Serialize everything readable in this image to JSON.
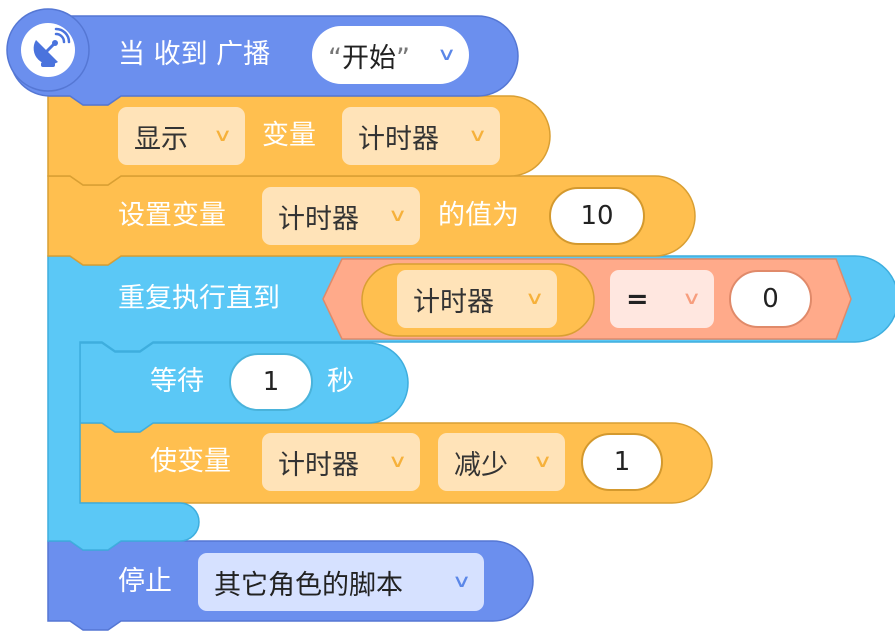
{
  "colors": {
    "events_blue": "#6B8FEE",
    "looks_orange": "#FFBF4F",
    "control_cyan": "#5BC8F6",
    "operator_coral": "#FFAA8A",
    "dropdown_orange_bg": "#FFE3B8",
    "dropdown_blue_bg": "#D6E1FF"
  },
  "hat": {
    "icon": "satellite-dish-icon",
    "label": "当 收到 广播",
    "message": {
      "open_quote": "“",
      "text": "开始",
      "close_quote": "”"
    }
  },
  "show_block": {
    "action": "显示",
    "label": "变量",
    "variable": "计时器"
  },
  "set_block": {
    "label": "设置变量",
    "variable": "计时器",
    "to_label": "的值为",
    "value": "10"
  },
  "repeat_until": {
    "label": "重复执行直到",
    "condition": {
      "left_variable": "计时器",
      "operator": "=",
      "right_value": "0"
    }
  },
  "wait_block": {
    "label": "等待",
    "value": "1",
    "unit": "秒"
  },
  "change_block": {
    "label": "使变量",
    "variable": "计时器",
    "mode": "减少",
    "value": "1"
  },
  "stop_block": {
    "label": "停止",
    "option": "其它角色的脚本"
  }
}
